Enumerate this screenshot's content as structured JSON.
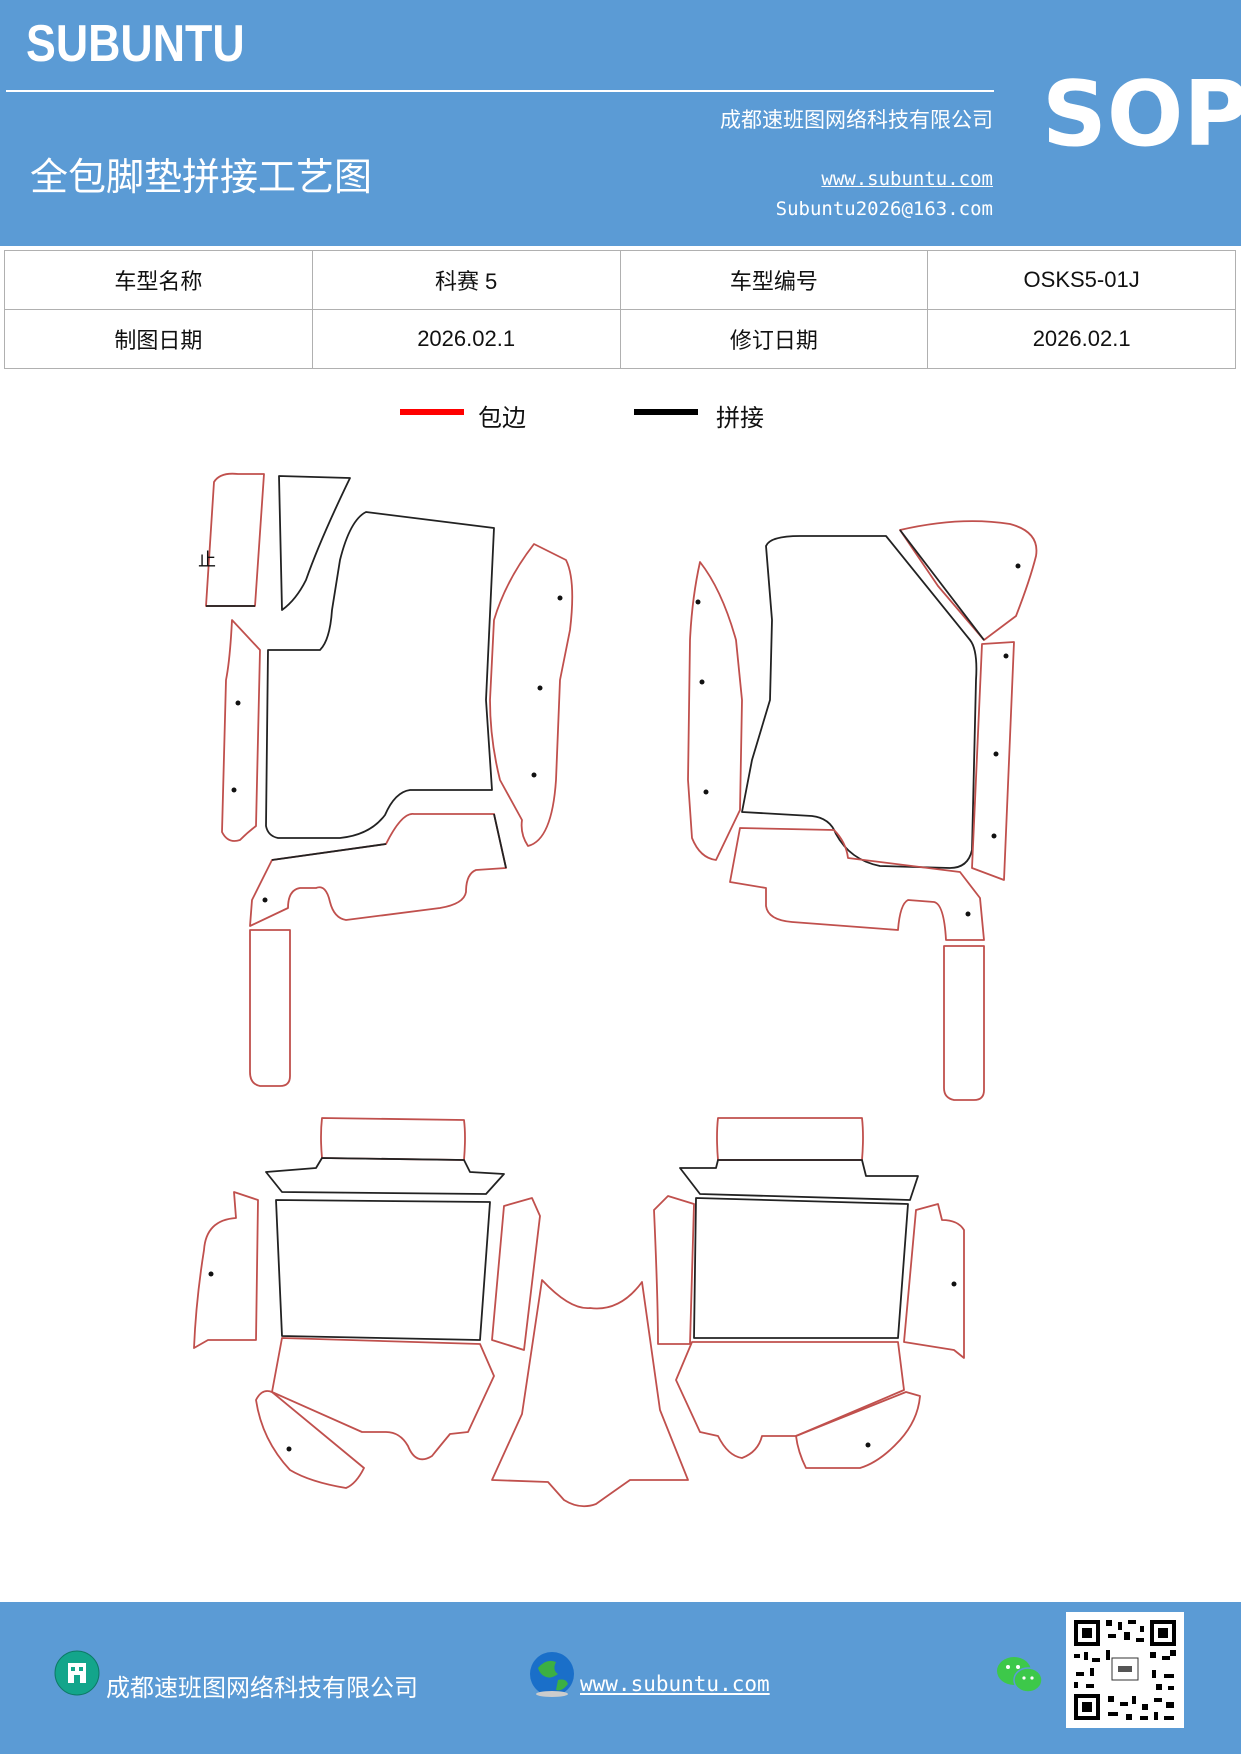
{
  "header": {
    "brand": "SUBUNTU",
    "doc_type": "SOP",
    "title": "全包脚垫拼接工艺图",
    "company": "成都速班图网络科技有限公司",
    "website": "www.subuntu.com",
    "email": "Subuntu2026@163.com"
  },
  "info_table": {
    "rows": [
      {
        "label1": "车型名称",
        "value1": "科赛 5",
        "label2": "车型编号",
        "value2": "OSKS5-01J"
      },
      {
        "label1": "制图日期",
        "value1": "2026.02.1",
        "label2": "修订日期",
        "value2": "2026.02.1"
      }
    ]
  },
  "legend": {
    "items": [
      {
        "label": "包边",
        "color": "#ff0000"
      },
      {
        "label": "拼接",
        "color": "#000000"
      }
    ]
  },
  "diagram": {
    "marker_text": "止",
    "edge_color": "#c0504d",
    "seam_color": "#000000"
  },
  "footer": {
    "company": "成都速班图网络科技有限公司",
    "website": "www.subuntu.com",
    "icons": [
      "building-icon",
      "globe-icon",
      "wechat-icon",
      "qr-code"
    ]
  },
  "colors": {
    "brand_blue": "#5b9bd5"
  }
}
